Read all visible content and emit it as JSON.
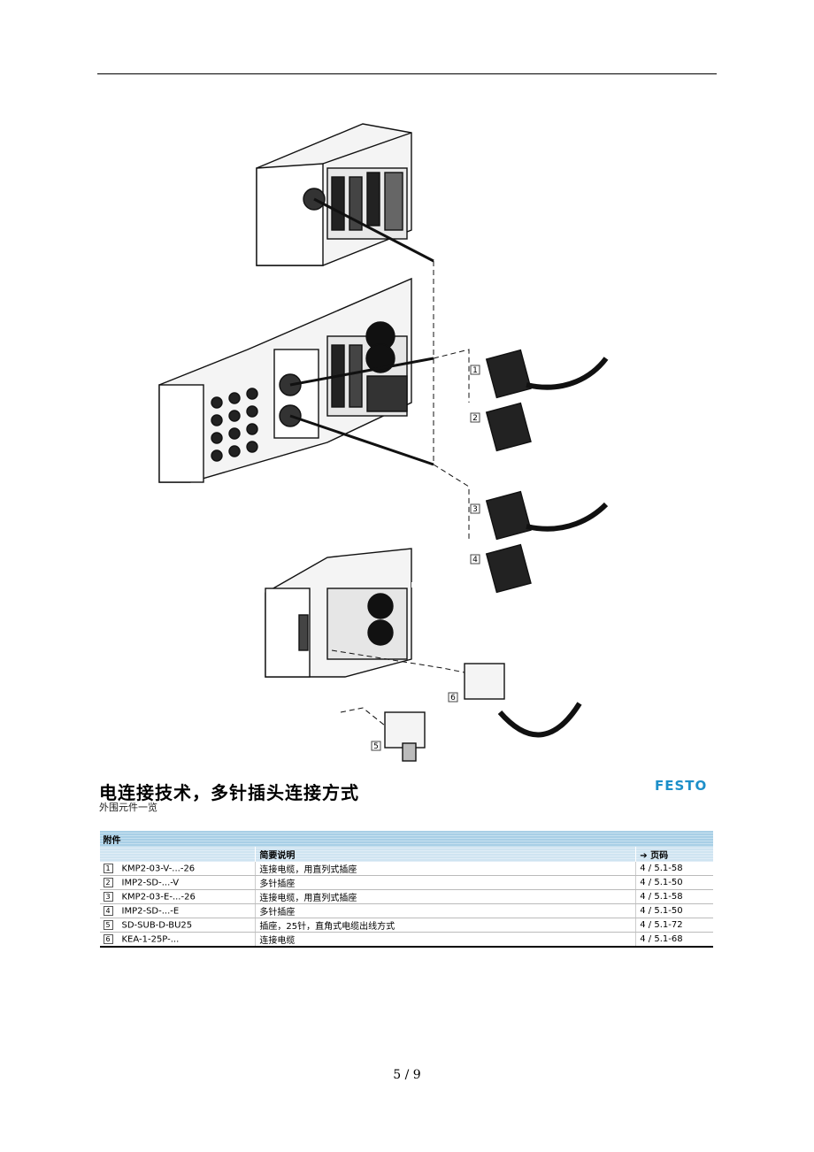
{
  "title": "电连接技术，多针插头连接方式",
  "subtitle": "外围元件一览",
  "brand": {
    "logo_text": "FESTO",
    "color": "#1d8fc9"
  },
  "callouts": [
    "1",
    "2",
    "3",
    "4",
    "5",
    "6"
  ],
  "table": {
    "section": "附件",
    "headers": {
      "description": "简要说明",
      "page": "➔ 页码"
    },
    "rows": [
      {
        "num": "1",
        "part": "KMP2-03-V-...-26",
        "description": "连接电缆，用直列式插座",
        "page": "4 / 5.1-58"
      },
      {
        "num": "2",
        "part": "IMP2-SD-...-V",
        "description": "多针插座",
        "page": "4 / 5.1-50"
      },
      {
        "num": "3",
        "part": "KMP2-03-E-...-26",
        "description": "连接电缆，用直列式插座",
        "page": "4 / 5.1-58"
      },
      {
        "num": "4",
        "part": "IMP2-SD-...-E",
        "description": "多针插座",
        "page": "4 / 5.1-50"
      },
      {
        "num": "5",
        "part": "SD-SUB-D-BU25",
        "description": "插座，25针，直角式电缆出线方式",
        "page": "4 / 5.1-72"
      },
      {
        "num": "6",
        "part": "KEA-1-25P-...",
        "description": "连接电缆",
        "page": "4 / 5.1-68"
      }
    ]
  },
  "page_number": "5 / 9",
  "colors": {
    "section_bg": "#a8cfe6",
    "header_bg": "#cfe4f1"
  }
}
